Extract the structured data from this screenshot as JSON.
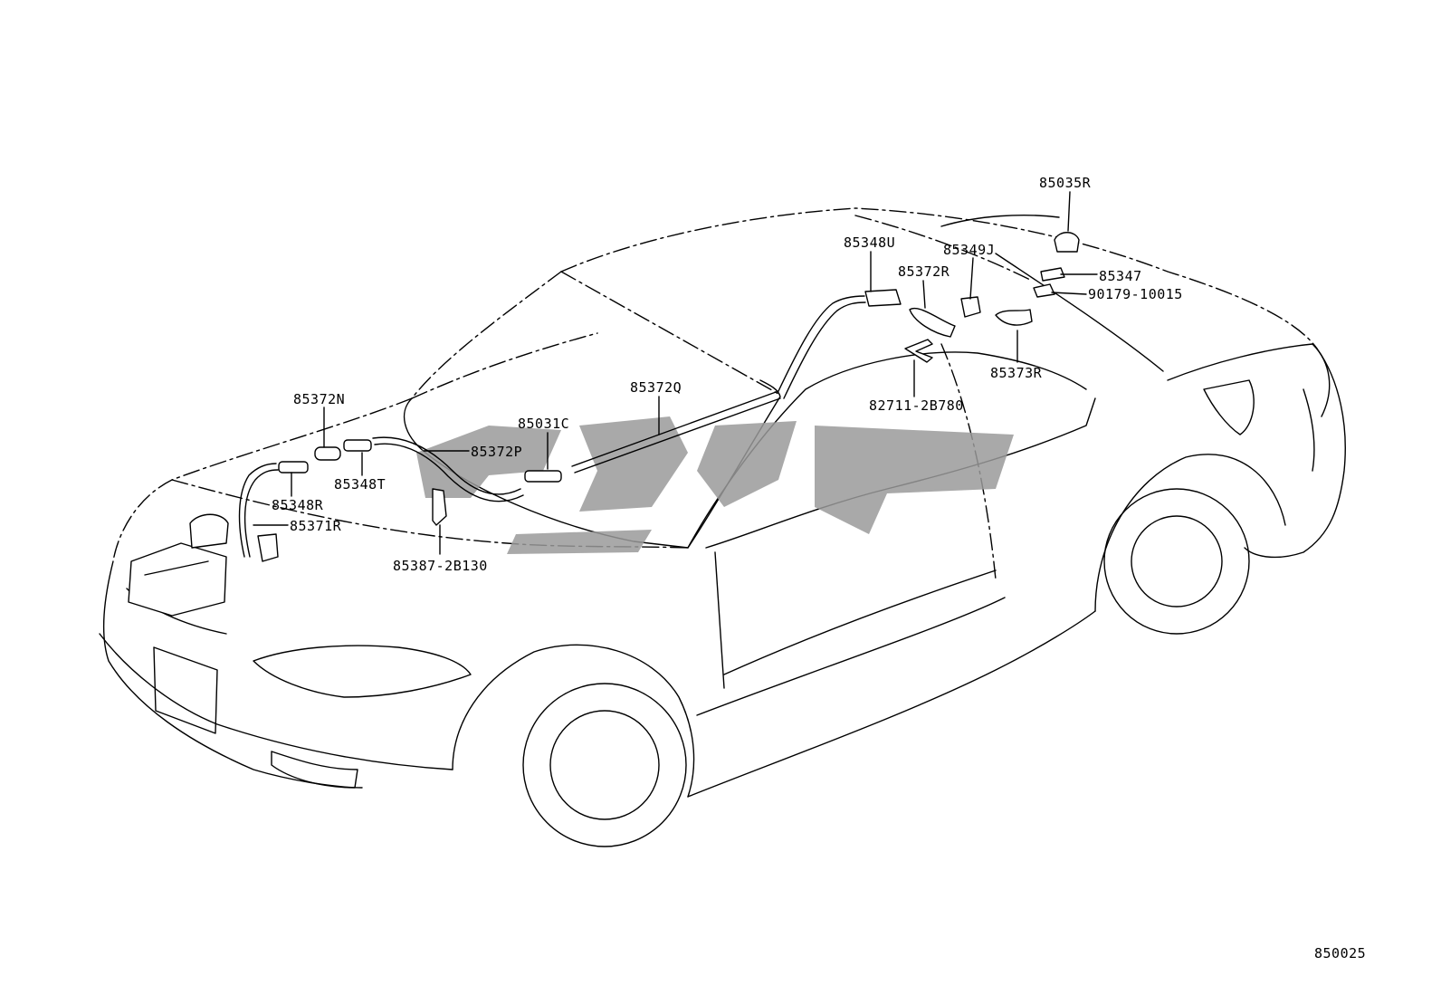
{
  "callouts": [
    {
      "id": "c1",
      "text": "85035R"
    },
    {
      "id": "c2",
      "text": "85348U"
    },
    {
      "id": "c3",
      "text": "85349J"
    },
    {
      "id": "c4",
      "text": "85372R"
    },
    {
      "id": "c5",
      "text": "85347"
    },
    {
      "id": "c6",
      "text": "90179-10015"
    },
    {
      "id": "c7",
      "text": "85373R"
    },
    {
      "id": "c8",
      "text": "82711-2B780"
    },
    {
      "id": "c9",
      "text": "85372Q"
    },
    {
      "id": "c10",
      "text": "85031C"
    },
    {
      "id": "c11",
      "text": "85372N"
    },
    {
      "id": "c12",
      "text": "85372P"
    },
    {
      "id": "c13",
      "text": "85348T"
    },
    {
      "id": "c14",
      "text": "85348R"
    },
    {
      "id": "c15",
      "text": "85371R"
    },
    {
      "id": "c16",
      "text": "85387-2B130"
    }
  ],
  "figure_number": "850025",
  "colors": {
    "line": "#000000",
    "watermark": "#9a9a9a",
    "background": "#ffffff"
  }
}
